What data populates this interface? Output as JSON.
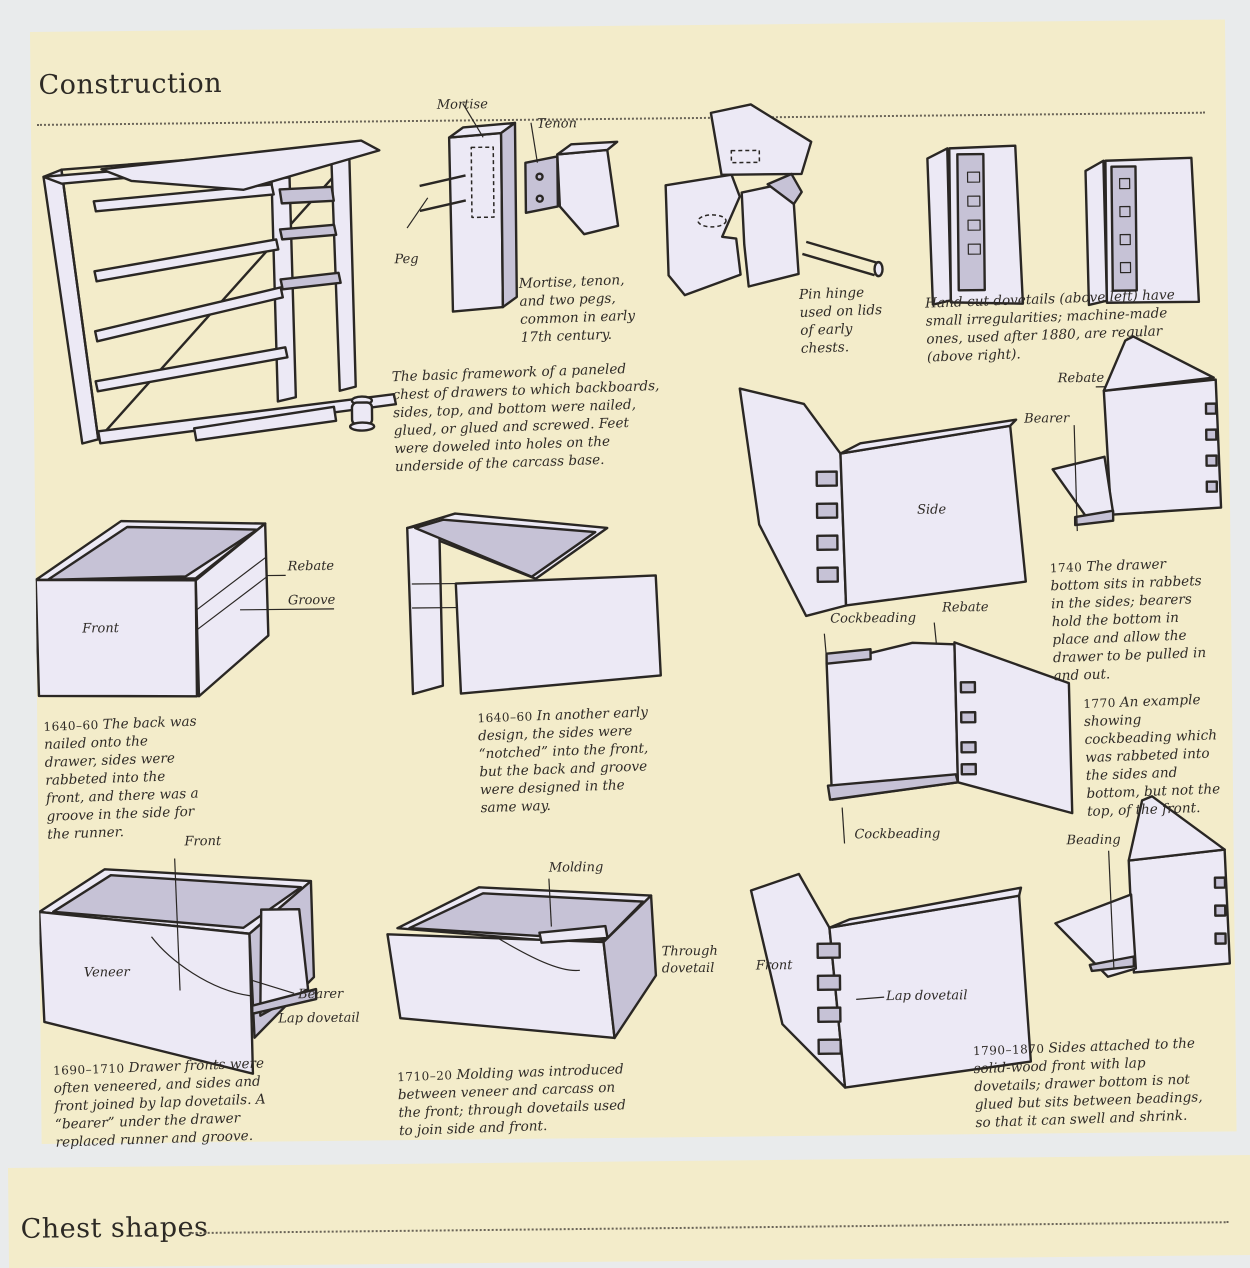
{
  "headings": {
    "construction": "Construction",
    "chest_shapes": "Chest shapes"
  },
  "labels": {
    "mortise": "Mortise",
    "tenon": "Tenon",
    "peg": "Peg",
    "rebate": "Rebate",
    "groove": "Groove",
    "front": "Front",
    "front_top": "Front",
    "front_lap": "Front",
    "veneer": "Veneer",
    "bearer": "Bearer",
    "lap_dovetail": "Lap dovetail",
    "molding": "Molding",
    "through_dovetail": "Through dovetail",
    "rebate_right": "Rebate",
    "bearer_right": "Bearer",
    "side": "Side",
    "cockbeading_top": "Cockbeading",
    "rebate_mid": "Rebate",
    "cockbeading_bottom": "Cockbeading",
    "beading": "Beading",
    "lap_dovetail_right": "Lap dovetail"
  },
  "captions": {
    "mortise": "Mortise, tenon, and two pegs, common in early 17th century.",
    "pin_hinge": "Pin hinge used on lids of early chests.",
    "dovetails": "Hand-cut dovetails (above left) have small irregularities; machine-made ones, used after 1880, are regular (above right).",
    "framework": "The basic framework of a paneled chest of drawers to which backboards, sides, top, and bottom were nailed, glued, or glued and screwed. Feet were doweled into holes on the underside of the carcass base.",
    "d1640a": {
      "year": "1640–60",
      "text": "The back was nailed onto the drawer, sides were rabbeted into the front, and there was a groove in the side for the runner."
    },
    "d1640b": {
      "year": "1640–60",
      "text": "In another early design, the sides were “notched” into the front, but the back and groove were designed in the same way."
    },
    "d1690": {
      "year": "1690–1710",
      "text": "Drawer fronts were often veneered, and sides and front joined by lap dovetails. A “bearer” under the drawer replaced runner and groove."
    },
    "d1710": {
      "year": "1710–20",
      "text": "Molding was introduced between veneer and carcass on the front; through dovetails used to join side and front."
    },
    "d1740": {
      "year": "1740",
      "text": "The drawer bottom sits in rabbets in the sides; bearers hold the bottom in place and allow the drawer to be pulled in and out."
    },
    "d1770": {
      "year": "1770",
      "text": "An example showing cockbeading which was rabbeted into the sides and bottom, but not the top, of the front."
    },
    "d1790": {
      "year": "1790–1870",
      "text": "Sides attached to the solid-wood front with lap dovetails; drawer bottom is not glued but sits between beadings, so that it can swell and shrink."
    }
  }
}
